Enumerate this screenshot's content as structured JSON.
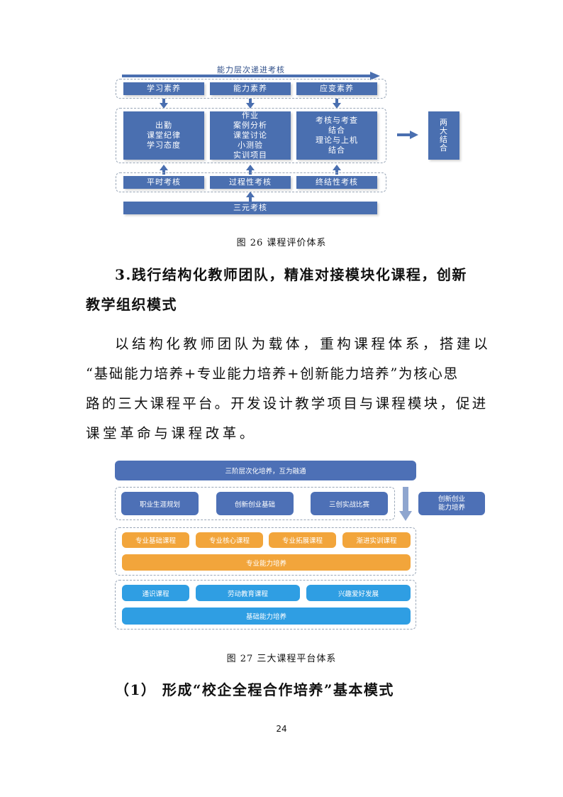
{
  "figure26": {
    "top_arrow_label": "能力层次递进考核",
    "row1": [
      "学习素养",
      "能力素养",
      "应变素养"
    ],
    "middle": [
      [
        "出勤",
        "课堂纪律",
        "学习态度"
      ],
      [
        "作业",
        "案例分析",
        "课堂讨论",
        "小测验",
        "实训项目"
      ],
      [
        "考核与考查",
        "结合",
        "理论与上机",
        "结合"
      ]
    ],
    "side_box": [
      "两",
      "大",
      "结",
      "合"
    ],
    "row3": [
      "平时考核",
      "过程性考核",
      "终结性考核"
    ],
    "bottom": "三元考核",
    "caption": "图 26  课程评价体系"
  },
  "section3": {
    "heading_line1": "3.践行结构化教师团队，精准对接模块化课程，创新",
    "heading_line2": "教学组织模式",
    "para_lines": [
      "以结构化教师团队为载体，重构课程体系，搭建以",
      "“基础能力培养+专业能力培养+创新能力培养”为核心思",
      "路的三大课程平台。开发设计教学项目与课程模块，促进",
      "课堂革命与课程改革。"
    ]
  },
  "figure27": {
    "top_bar": "三阶层次化培养，互为融通",
    "innovation_row": [
      "职业生涯规划",
      "创新创业基础",
      "三创实战比赛"
    ],
    "innovation_label_line1": "创新创业",
    "innovation_label_line2": "能力培养",
    "professional_row": [
      "专业基础课程",
      "专业核心课程",
      "专业拓展课程",
      "渐进实训课程"
    ],
    "professional_bar": "专业能力培养",
    "basic_row": [
      "通识课程",
      "劳动教育课程",
      "兴趣爱好发展"
    ],
    "basic_bar": "基础能力培养",
    "caption": "图 27  三大课程平台体系"
  },
  "subheading": "（1）  形成“校企全程合作培养”基本模式",
  "page_number": "24",
  "colors": {
    "navy": "#4a6fb0",
    "orange": "#f2a53b",
    "sky": "#2f9ee3"
  }
}
